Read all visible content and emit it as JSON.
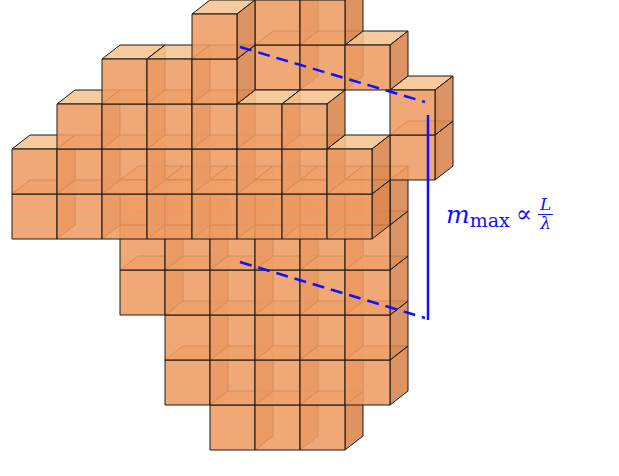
{
  "diagram": {
    "labels": [
      "m",
      "max",
      "∝",
      "L",
      "λ"
    ]
  }
}
